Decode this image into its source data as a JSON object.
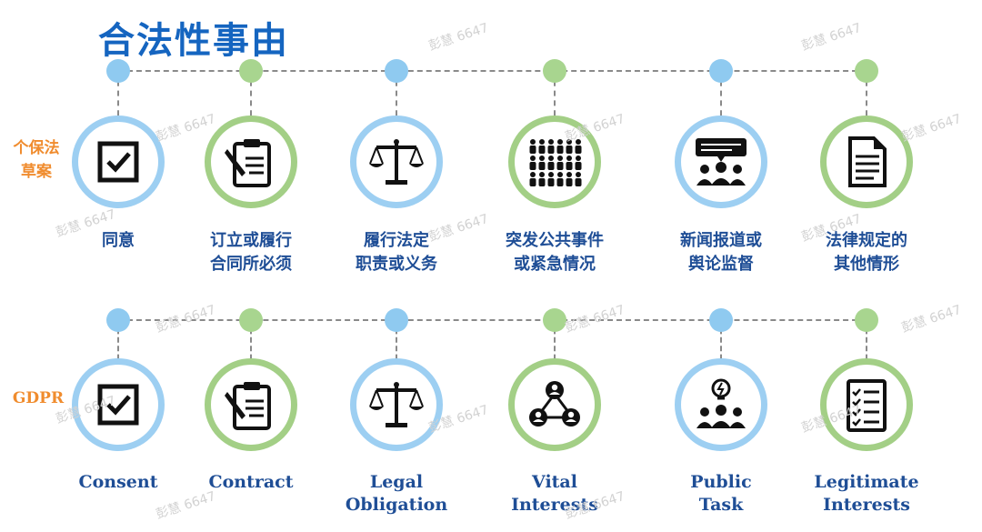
{
  "title": "合法性事由",
  "side_labels": {
    "cn": [
      "个保法",
      "草案"
    ],
    "gdpr": "GDPR"
  },
  "watermark": "彭慧 6647",
  "colors": {
    "title": "#1565c0",
    "label_text": "#1f4e96",
    "side_label": "#f08c2e",
    "ring_blue": "#9dcff2",
    "ring_green": "#a3cf86",
    "dot_blue": "#8fcaf0",
    "dot_green": "#a8d58f",
    "icon": "#111111"
  },
  "rows": [
    {
      "items": [
        {
          "icon": "checkbox-icon",
          "ring": "blue",
          "lines": [
            "同意"
          ]
        },
        {
          "icon": "clipboard-pen-icon",
          "ring": "green",
          "lines": [
            "订立或履行",
            "合同所必须"
          ]
        },
        {
          "icon": "scales-icon",
          "ring": "blue",
          "lines": [
            "履行法定",
            "职责或义务"
          ]
        },
        {
          "icon": "crowd-icon",
          "ring": "green",
          "lines": [
            "突发公共事件",
            "或紧急情况"
          ]
        },
        {
          "icon": "news-speaker-icon",
          "ring": "blue",
          "lines": [
            "新闻报道或",
            "舆论监督"
          ]
        },
        {
          "icon": "document-icon",
          "ring": "green",
          "lines": [
            "法律规定的",
            "其他情形"
          ]
        }
      ]
    },
    {
      "items": [
        {
          "icon": "checkbox-icon",
          "ring": "blue",
          "lines": [
            "Consent"
          ]
        },
        {
          "icon": "clipboard-pen-icon",
          "ring": "green",
          "lines": [
            "Contract"
          ]
        },
        {
          "icon": "scales-icon",
          "ring": "blue",
          "lines": [
            "Legal",
            "Obligation"
          ]
        },
        {
          "icon": "people-network-icon",
          "ring": "green",
          "lines": [
            "Vital",
            "Interests"
          ]
        },
        {
          "icon": "public-task-icon",
          "ring": "blue",
          "lines": [
            "Public",
            "Task"
          ]
        },
        {
          "icon": "checklist-icon",
          "ring": "green",
          "lines": [
            "Legitimate",
            "Interests"
          ]
        }
      ]
    }
  ]
}
